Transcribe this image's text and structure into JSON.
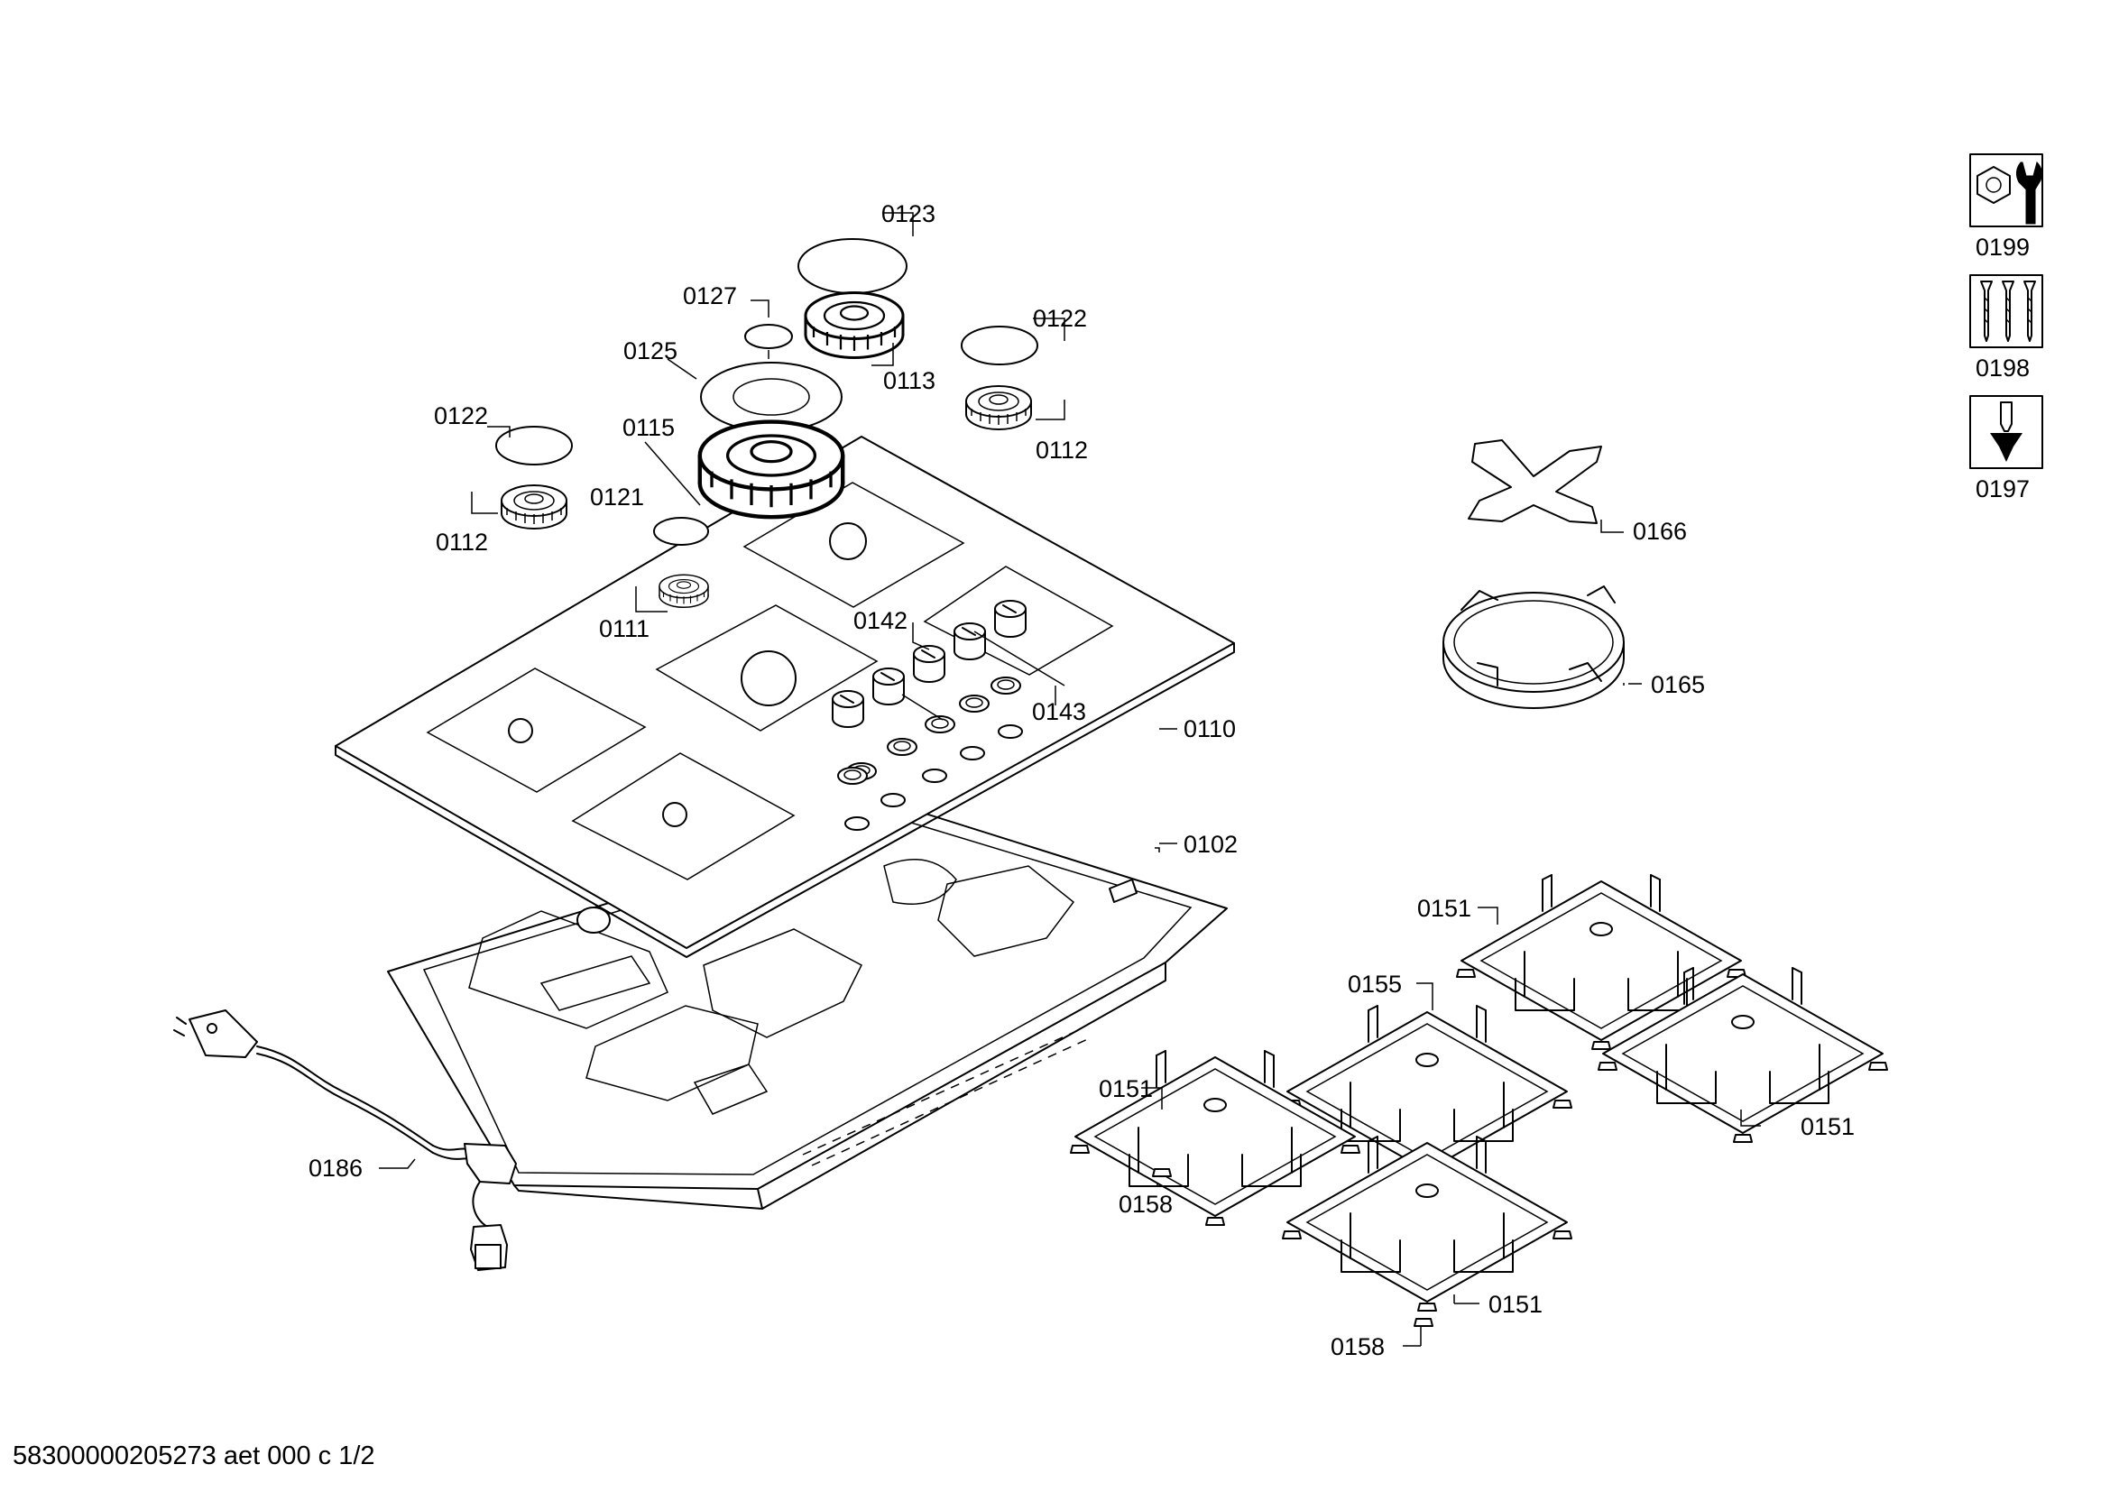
{
  "document": {
    "id": "58300000205273 aet 000 c 1/2"
  },
  "labels": {
    "p0123": "0123",
    "p0127": "0127",
    "p0125": "0125",
    "p0122a": "0122",
    "p0122b": "0122",
    "p0113": "0113",
    "p0112a": "0112",
    "p0112b": "0112",
    "p0115": "0115",
    "p0121": "0121",
    "p0111": "0111",
    "p0142": "0142",
    "p0143": "0143",
    "p0110": "0110",
    "p0102": "0102",
    "p0186": "0186",
    "p0166": "0166",
    "p0165": "0165",
    "p0151a": "0151",
    "p0151b": "0151",
    "p0151c": "0151",
    "p0151d": "0151",
    "p0155": "0155",
    "p0158a": "0158",
    "p0158b": "0158",
    "p0199": "0199",
    "p0198": "0198",
    "p0197": "0197"
  },
  "icons": {
    "service_tools": "wrench-nut-icon",
    "screws": "screws-icon",
    "lubricant": "grease-tube-icon"
  }
}
